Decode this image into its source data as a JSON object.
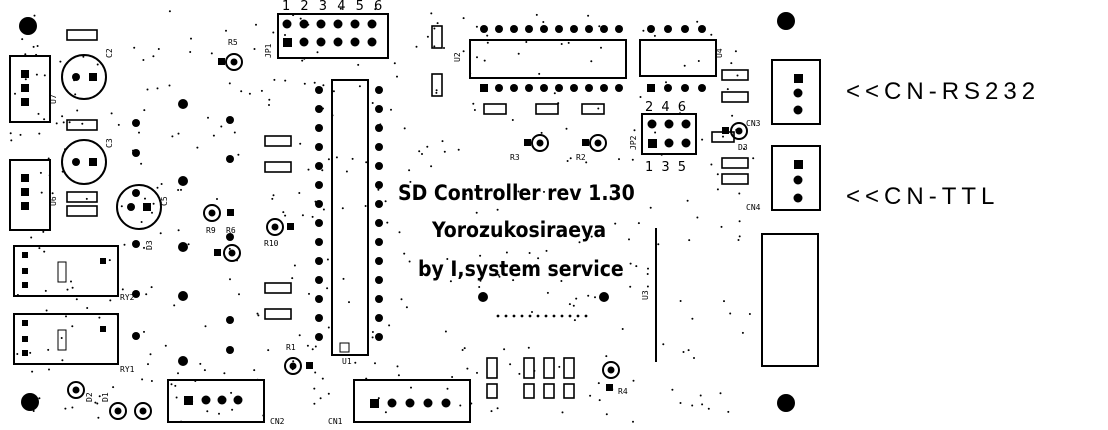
{
  "silkscreen": {
    "title": "SD Controller rev 1.30",
    "maker": "Yorozukosiraeya",
    "by": "by I,system service"
  },
  "annotations": {
    "rs232": "<<CN-RS232",
    "ttl": "<<CN-TTL"
  },
  "refs": {
    "jp1": "JP1",
    "jp2": "JP2",
    "u1": "U1",
    "u2": "U2",
    "u3": "U3",
    "u4": "U4",
    "u6": "U6",
    "u7": "U7",
    "r1": "R1",
    "r2": "R2",
    "r3": "R3",
    "r4": "R4",
    "r5": "R5",
    "r6": "R6",
    "r9": "R9",
    "r10": "R10",
    "c2": "C2",
    "c3": "C3",
    "c5": "C5",
    "ry1": "RY1",
    "ry2": "RY2",
    "d1": "D1",
    "d2": "D2",
    "d3": "D3",
    "cn1": "CN1",
    "cn2": "CN2",
    "cn3": "CN3",
    "cn4": "CN4",
    "jp1_pins": "1 2 3 4 5 6",
    "jp2_top": "2 4 6",
    "jp2_bot": "1 3 5"
  }
}
